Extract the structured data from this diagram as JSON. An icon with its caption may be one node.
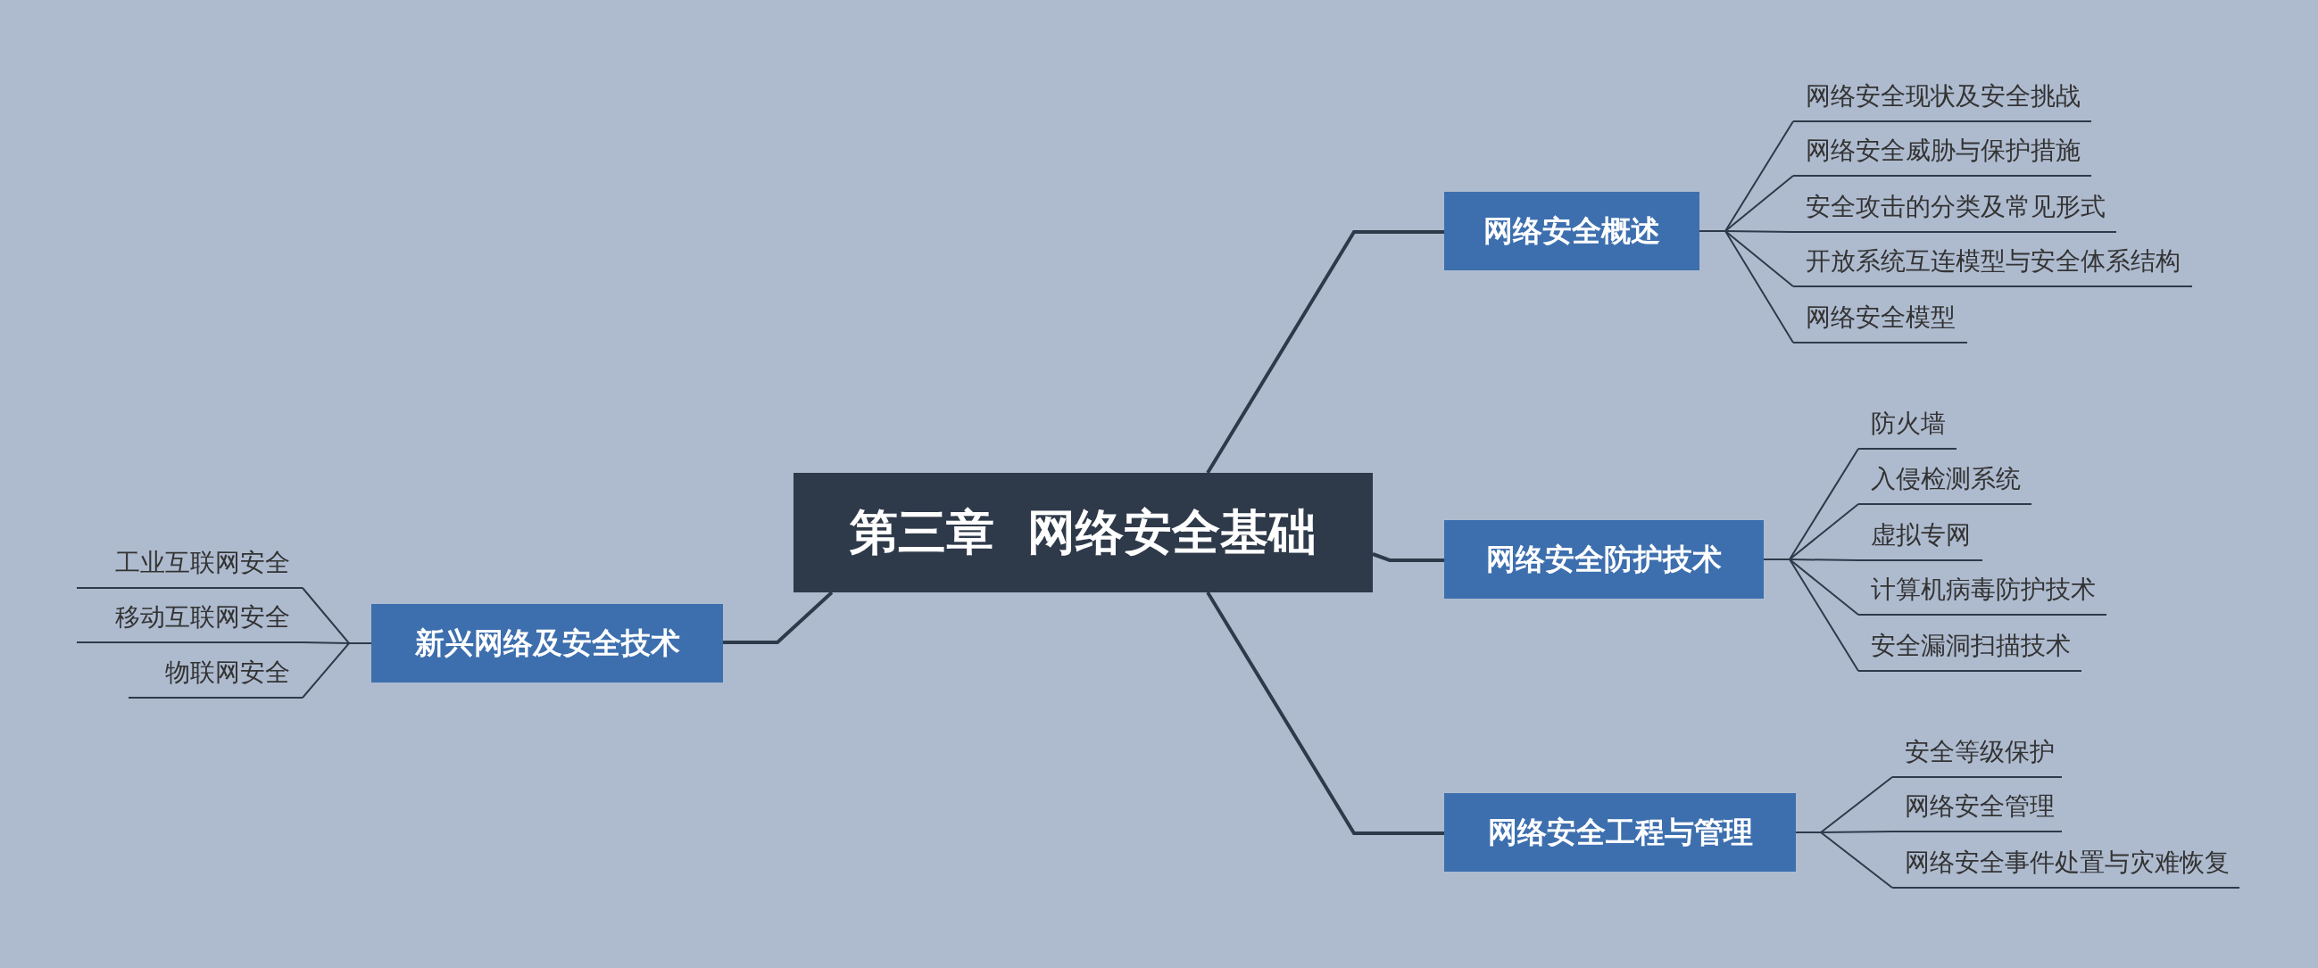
{
  "diagram": {
    "nodes": [
      {
        "text": [
          "第三章  网络安全基础"
        ]
      },
      {
        "text": [
          "网络安全概述"
        ]
      },
      {
        "text": [
          "网络安全现状及安全挑战"
        ]
      },
      {
        "text": [
          "网络安全威胁与保护措施"
        ]
      },
      {
        "text": [
          "安全攻击的分类及常见形式"
        ]
      },
      {
        "text": [
          "开放系统互连模型与安全体系结构"
        ]
      },
      {
        "text": [
          "网络安全模型"
        ]
      },
      {
        "text": [
          "网络安全防护技术"
        ]
      },
      {
        "text": [
          "防火墙"
        ]
      },
      {
        "text": [
          "入侵检测系统"
        ]
      },
      {
        "text": [
          "虚拟专网"
        ]
      },
      {
        "text": [
          "计算机病毒防护技术"
        ]
      },
      {
        "text": [
          "安全漏洞扫描技术"
        ]
      },
      {
        "text": [
          "网络安全工程与管理"
        ]
      },
      {
        "text": [
          "安全等级保护"
        ]
      },
      {
        "text": [
          "网络安全管理"
        ]
      },
      {
        "text": [
          "网络安全事件处置与灾难恢复"
        ]
      },
      {
        "text": [
          "新兴网络及安全技术"
        ]
      },
      {
        "text": [
          "工业互联网安全"
        ]
      },
      {
        "text": [
          "移动互联网安全"
        ]
      },
      {
        "text": [
          "物联网安全"
        ]
      }
    ],
    "edges": [
      {
        "from": 0,
        "to": 1,
        "arrow": "none"
      },
      {
        "from": 0,
        "to": 7,
        "arrow": "none"
      },
      {
        "from": 0,
        "to": 13,
        "arrow": "none"
      },
      {
        "from": 0,
        "to": 17,
        "arrow": "none"
      },
      {
        "from": 1,
        "to": 2,
        "arrow": "none"
      },
      {
        "from": 1,
        "to": 3,
        "arrow": "none"
      },
      {
        "from": 1,
        "to": 4,
        "arrow": "none"
      },
      {
        "from": 1,
        "to": 5,
        "arrow": "none"
      },
      {
        "from": 1,
        "to": 6,
        "arrow": "none"
      },
      {
        "from": 7,
        "to": 8,
        "arrow": "none"
      },
      {
        "from": 7,
        "to": 9,
        "arrow": "none"
      },
      {
        "from": 7,
        "to": 10,
        "arrow": "none"
      },
      {
        "from": 7,
        "to": 11,
        "arrow": "none"
      },
      {
        "from": 7,
        "to": 12,
        "arrow": "none"
      },
      {
        "from": 13,
        "to": 14,
        "arrow": "none"
      },
      {
        "from": 13,
        "to": 15,
        "arrow": "none"
      },
      {
        "from": 13,
        "to": 16,
        "arrow": "none"
      },
      {
        "from": 17,
        "to": 18,
        "arrow": "none"
      },
      {
        "from": 17,
        "to": 19,
        "arrow": "none"
      },
      {
        "from": 17,
        "to": 20,
        "arrow": "none"
      }
    ]
  }
}
